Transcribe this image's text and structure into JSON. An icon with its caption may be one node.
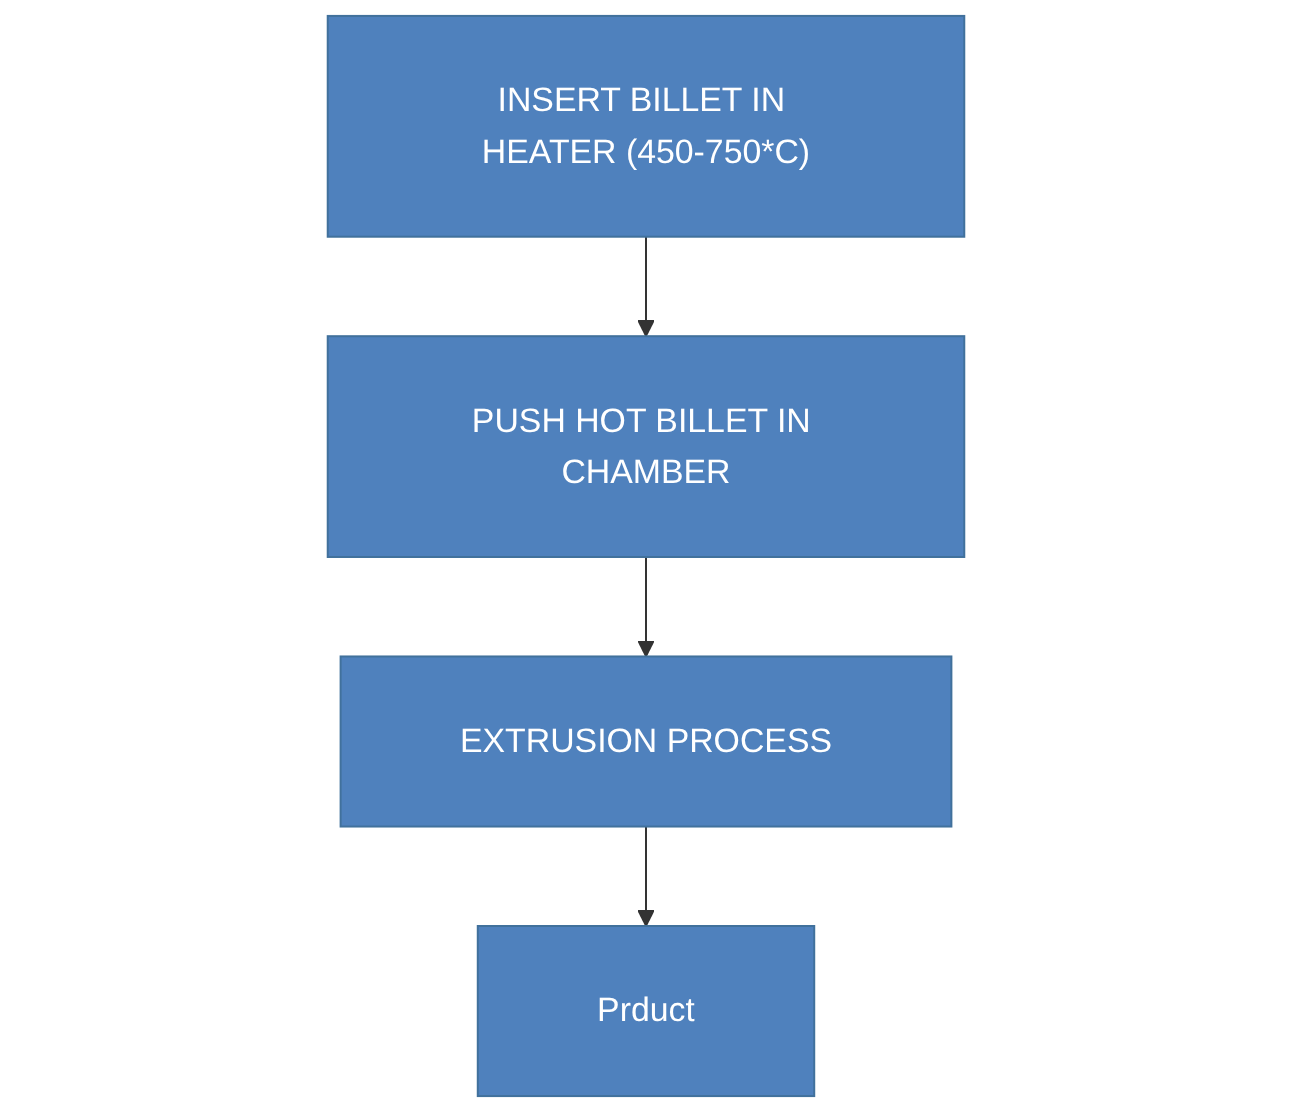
{
  "diagram": {
    "nodes": [
      {
        "text": [
          "INSERT BILLET IN HEATER (450-750*C)"
        ]
      },
      {
        "text": [
          "PUSH HOT BILLET IN CHAMBER"
        ]
      },
      {
        "text": [
          "EXTRUSION PROCESS"
        ]
      },
      {
        "text": [
          "Prduct"
        ]
      }
    ],
    "edges": [
      {
        "from": 0,
        "to": 1,
        "arrow": "to"
      },
      {
        "from": 1,
        "to": 2,
        "arrow": "to"
      },
      {
        "from": 2,
        "to": 3,
        "arrow": "to"
      }
    ]
  }
}
